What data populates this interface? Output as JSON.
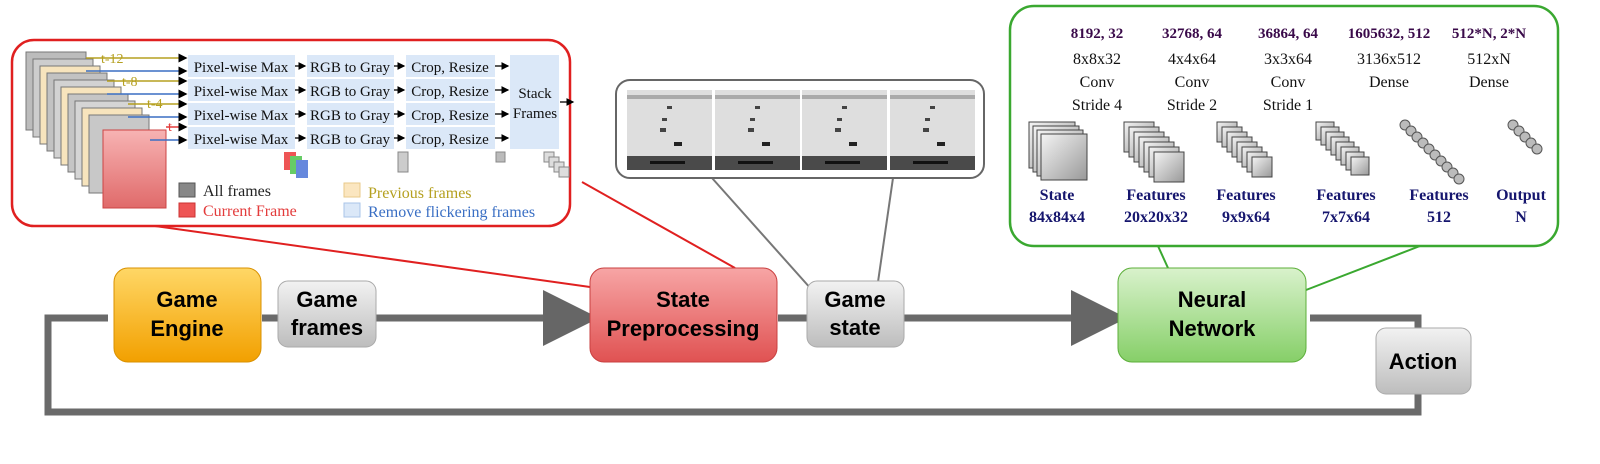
{
  "flow": {
    "game_engine": [
      "Game",
      "Engine"
    ],
    "game_frames": [
      "Game",
      "frames"
    ],
    "state_preprocessing": [
      "State",
      "Preprocessing"
    ],
    "game_state": [
      "Game",
      "state"
    ],
    "neural_network": [
      "Neural",
      "Network"
    ],
    "action": "Action"
  },
  "preprocessing": {
    "time_labels": [
      "t-12",
      "t-8",
      "t-4",
      "t"
    ],
    "steps": [
      "Pixel-wise Max",
      "RGB to Gray",
      "Crop, Resize"
    ],
    "stack": [
      "Stack",
      "Frames"
    ],
    "legend": {
      "all_frames": "All frames",
      "current_frame": "Current Frame",
      "previous_frames": "Previous frames",
      "remove_flickering": "Remove flickering frames"
    },
    "colors": {
      "current": "#e33b3b",
      "previous": "#b5a020",
      "flicker": "#3a6fc4"
    }
  },
  "network": {
    "layers": [
      {
        "params": "8192, 32",
        "spec": [
          "8x8x32",
          "Conv",
          "Stride 4"
        ],
        "label": [
          "State",
          "84x84x4"
        ]
      },
      {
        "params": "32768, 64",
        "spec": [
          "4x4x64",
          "Conv",
          "Stride 2"
        ],
        "label": [
          "Features",
          "20x20x32"
        ]
      },
      {
        "params": "36864, 64",
        "spec": [
          "3x3x64",
          "Conv",
          "Stride 1"
        ],
        "label": [
          "Features",
          "9x9x64"
        ]
      },
      {
        "params": "1605632, 512",
        "spec": [
          "3136x512",
          "Dense"
        ],
        "label": [
          "Features",
          "7x7x64"
        ]
      },
      {
        "params": "512*N, 2*N",
        "spec": [
          "512xN",
          "Dense"
        ],
        "label": [
          "Features",
          "512"
        ]
      }
    ],
    "output_label": [
      "Output",
      "N"
    ]
  }
}
